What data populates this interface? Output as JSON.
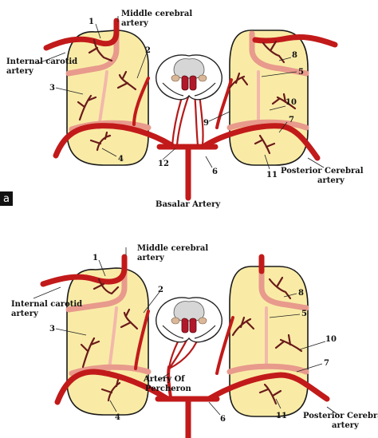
{
  "panel_a": {
    "tag": "a",
    "labels": {
      "middle_cerebral_1": "Middle cerebral",
      "middle_cerebral_2": "artery",
      "internal_carotid_1": "Internal carotid",
      "internal_carotid_2": "artery",
      "posterior_cerebral_1": "Posterior Cerebral",
      "posterior_cerebral_2": "artery",
      "basilar": "Basalar Artery"
    },
    "numbers": [
      "1",
      "2",
      "3",
      "4",
      "5",
      "6",
      "7",
      "8",
      "9",
      "10",
      "11",
      "12"
    ]
  },
  "panel_b": {
    "labels": {
      "middle_cerebral_1": "Middle cerebral",
      "middle_cerebral_2": "artery",
      "internal_carotid_1": "Internal carotid",
      "internal_carotid_2": "artery",
      "posterior_cerebral_1": "Posterior Cerebral",
      "posterior_cerebral_2": "artery",
      "percheron_1": "Artery Of",
      "percheron_2": "Percheron"
    },
    "numbers": [
      "1",
      "2",
      "3",
      "4",
      "5",
      "6",
      "7",
      "8",
      "10",
      "11"
    ]
  },
  "colors": {
    "thalamus_fill": "#f9eba6",
    "artery_red": "#c21a1a",
    "perforator_dark": "#6a1a1a",
    "pale_vessel": "#e89a8c"
  }
}
